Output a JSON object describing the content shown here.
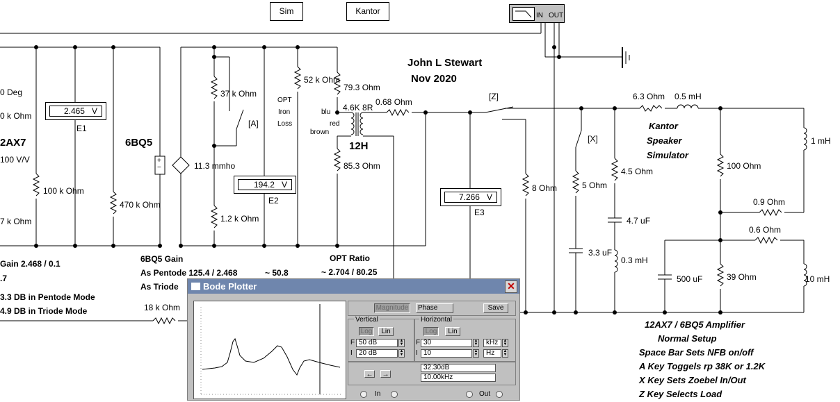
{
  "toolbar": {
    "sim_label": "Sim",
    "kantor_label": "Kantor"
  },
  "bode_icon": {
    "in_label": "IN",
    "out_label": "OUT"
  },
  "header": {
    "author": "John L Stewart",
    "date": "Nov 2020"
  },
  "left_text": {
    "deg": "0 Deg",
    "kohm_top": "0 k Ohm",
    "tube": "2AX7",
    "gain_vv": "100 V/V",
    "kohm_bottom": "7 k Ohm",
    "gain_line": "Gain 2.468 / 0.1",
    "line7": ".7",
    "db_pentode": "3.3 DB in Pentode Mode",
    "db_triode": "4.9 DB in Triode Mode"
  },
  "meters": {
    "e1": "2.465",
    "e2": "194.2",
    "e3": "7.266",
    "unit": "V"
  },
  "meter_labels": {
    "e1": "E1",
    "e2": "E2",
    "e3": "E3"
  },
  "components": {
    "r100k": "100 k Ohm",
    "r470k": "470 k Ohm",
    "tube_6bq5": "6BQ5",
    "gm": "11.3 mmho",
    "r37k": "37 k Ohm",
    "switch_a": "[A]",
    "r1_2k": "1.2 k Ohm",
    "r52k": "52 k Ohm",
    "opt_label": "OPT",
    "iron_label": "Iron",
    "loss_label": "Loss",
    "r79_3": "79.3  Ohm",
    "tx_ratio": "4.6K 8R",
    "blu": "blu",
    "red": "red",
    "brown": "brown",
    "r0_68": "0.68  Ohm",
    "tube_12h": "12H",
    "r85_3": "85.3  Ohm",
    "switch_z": "[Z]",
    "r8": "8  Ohm",
    "switch_x": "[X]",
    "r5": "5  Ohm",
    "r4_5": "4.5  Ohm",
    "c4_7": "4.7 uF",
    "c3_3": "3.3 uF",
    "l0_3": "0.3 mH",
    "r6_3": "6.3  Ohm",
    "l0_5": "0.5 mH",
    "kantor1": "Kantor",
    "kantor2": "Speaker",
    "kantor3": "Simulator",
    "l1": "1 mH",
    "r100": "100  Ohm",
    "r0_9": "0.9  Ohm",
    "r0_6": "0.6  Ohm",
    "c500": "500 uF",
    "r39": "39  Ohm",
    "l10": "10 mH",
    "r18k": "18 k Ohm"
  },
  "gain_text": {
    "title": "6BQ5 Gain",
    "pentode": "As Pentode 125.4 / 2.468",
    "pentode_result": "~ 50.8",
    "triode": "As Triode",
    "opt_ratio": "OPT Ratio",
    "opt_ratio_val": "~ 2.704 / 80.25"
  },
  "notes": {
    "title": "12AX7 / 6BQ5 Amplifier",
    "line1": "Normal Setup",
    "line2": "Space Bar Sets NFB on/off",
    "line3": "A Key Toggels rp 38K or 1.2K",
    "line4": "X Key Sets Zoebel In/Out",
    "line5": "Z Key Selects Load"
  },
  "bode": {
    "title": "Bode Plotter",
    "magnitude_label": "Magnitude",
    "phase_label": "Phase",
    "save_label": "Save",
    "vertical_label": "Vertical",
    "horizontal_label": "Horizontal",
    "log_label": "Log",
    "lin_label": "Lin",
    "v_f_prefix": "F",
    "v_i_prefix": "I",
    "v_final": "50 dB",
    "v_initial": "20 dB",
    "h_final": "30",
    "h_initial": "10",
    "h_final_unit": "kHz",
    "h_initial_unit": "Hz",
    "readout_db": "32.30dB",
    "readout_freq": "10.00kHz",
    "left_arrow": "←",
    "right_arrow": "→",
    "in_label": "In",
    "out_label": "Out"
  }
}
